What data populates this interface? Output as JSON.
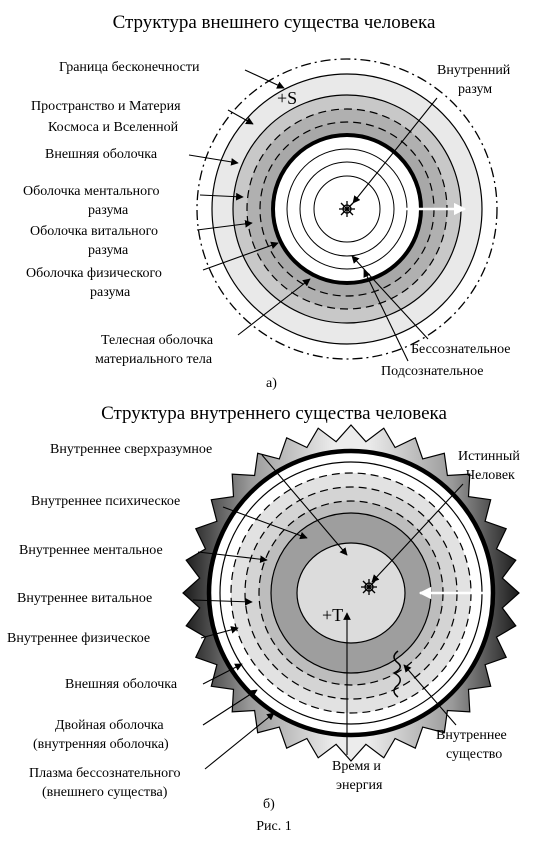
{
  "top": {
    "title": "Структура внешнего существа человека",
    "labels": {
      "infinity_border": "Граница бесконечности",
      "space_matter_1": "Пространство и Материя",
      "space_matter_2": "Космоса и Вселенной",
      "outer_shell": "Внешняя оболочка",
      "mental_1": "Оболочка ментального",
      "mental_2": "разума",
      "vital_1": "Оболочка витального",
      "vital_2": "разума",
      "physical_1": "Оболочка физического",
      "physical_2": "разума",
      "body_1": "Телесная оболочка",
      "body_2": "материального тела",
      "inner_mind_1": "Внутренний",
      "inner_mind_2": "разум",
      "unconscious": "Бессознательное",
      "subconscious": "Подсознательное",
      "symbol_s": "+S",
      "caption": "а)"
    }
  },
  "bottom": {
    "title": "Структура внутреннего существа человека",
    "labels": {
      "supramental": "Внутреннее сверхразумное",
      "psychic": "Внутреннее психическое",
      "mental": "Внутреннее ментальное",
      "vital": "Внутреннее витальное",
      "physical": "Внутреннее физическое",
      "outer_shell": "Внешняя оболочка",
      "double_shell_1": "Двойная оболочка",
      "double_shell_2": "(внутренняя оболочка)",
      "plasma_1": "Плазма бессознательного",
      "plasma_2": "(внешнего существа)",
      "true_man_1": "Истинный",
      "true_man_2": "Человек",
      "inner_being_1": "Внутреннее",
      "inner_being_2": "существо",
      "time_energy_1": "Время и",
      "time_energy_2": "энергия",
      "symbol_t": "+T",
      "caption": "б)"
    }
  },
  "figure_caption": "Рис. 1"
}
